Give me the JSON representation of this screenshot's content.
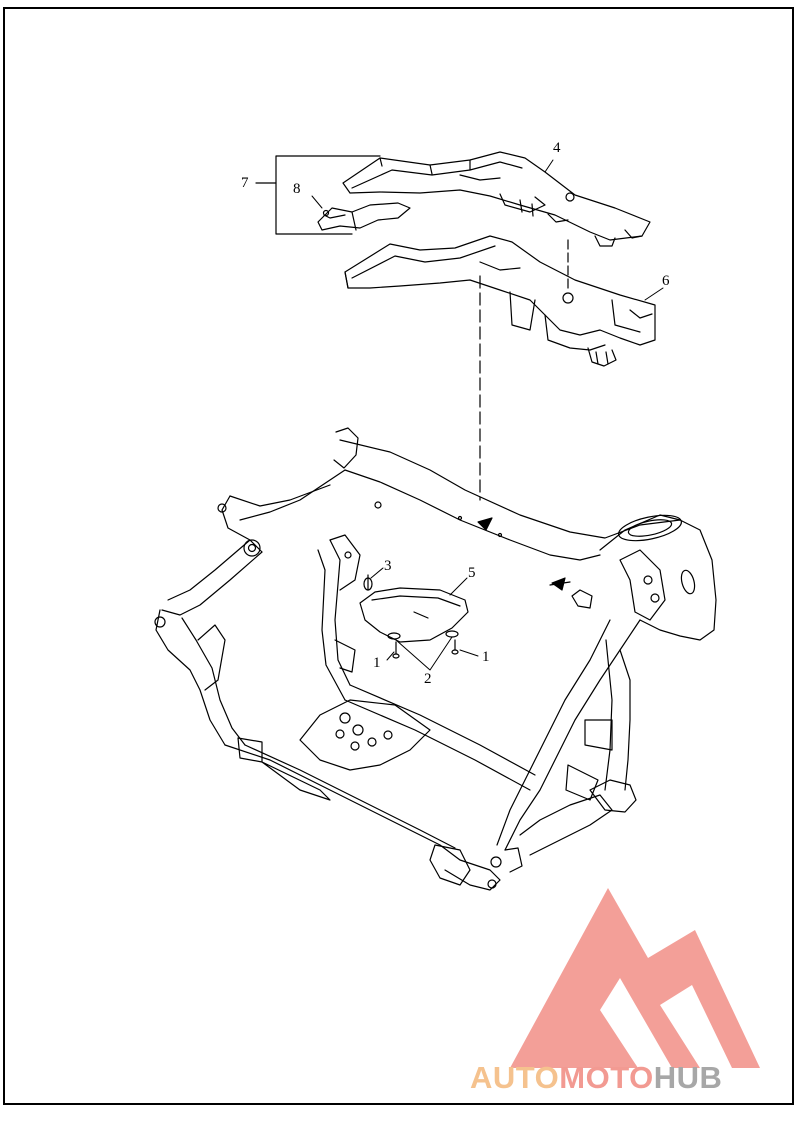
{
  "callouts": {
    "c1a": "1",
    "c1b": "1",
    "c2": "2",
    "c3": "3",
    "c4": "4",
    "c5": "5",
    "c6": "6",
    "c7": "7",
    "c8": "8"
  },
  "watermark": {
    "part1": "AUTO",
    "part2": "MOTO",
    "part3": "HUB",
    "colors": {
      "auto": "#f5c28e",
      "moto": "#f29a92",
      "hub": "#a7a7a7",
      "logo_mark": "#f29a92"
    }
  }
}
